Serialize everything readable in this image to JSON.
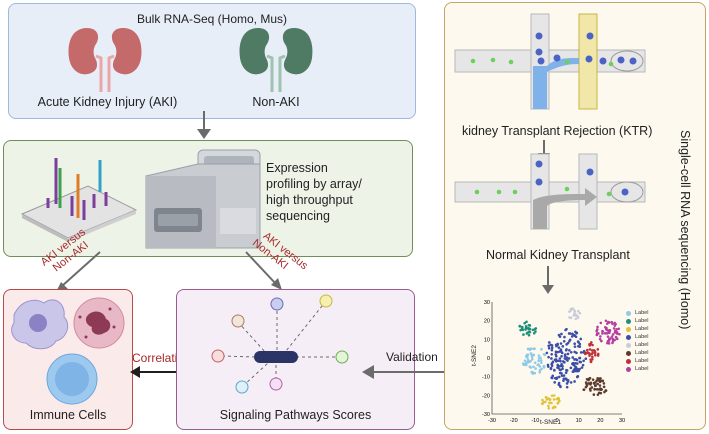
{
  "bulk": {
    "title": "Bulk RNA-Seq (Homo, Mus)",
    "left_label": "Acute Kidney Injury (AKI)",
    "right_label": "Non-AKI",
    "colors": {
      "bg": "#e8eef8",
      "border": "#9fb8de",
      "aki_kidney": "#c46a6a",
      "nonaki_kidney": "#4f7a64"
    }
  },
  "profiling": {
    "label_lines": [
      "Expression",
      "profiling by array/",
      "high throughput",
      "sequencing"
    ],
    "colors": {
      "bg": "#eef3e8",
      "border": "#6f8f5a"
    }
  },
  "arrows": {
    "left_label_lines": [
      "AKI versus",
      "Non-AKI"
    ],
    "right_label_lines": [
      "AKI versus",
      "Non-AKI"
    ],
    "label_color": "#a52a2a",
    "correlation": "Correlation",
    "validation": "Validation"
  },
  "immune": {
    "label": "Immune Cells",
    "colors": {
      "bg": "#fbeaea",
      "border": "#b84a4a"
    }
  },
  "signaling": {
    "label": "Signaling Pathways Scores",
    "colors": {
      "bg": "#f6eef6",
      "border": "#9a5b91"
    }
  },
  "single_cell": {
    "krt_label": "kidney Transplant Rejection (KTR)",
    "normal_label": "Normal Kidney Transplant",
    "side_label": "Single-cell RNA sequencing   (Homo)",
    "colors": {
      "bg": "#fdf9ef",
      "border": "#c4a46a"
    }
  },
  "tsne": {
    "xlabel": "t-SNE1",
    "ylabel": "t-SNE2",
    "x_ticks": [
      "-30",
      "-20",
      "-10",
      "0",
      "10",
      "20",
      "30"
    ],
    "y_ticks": [
      "30",
      "20",
      "10",
      "0",
      "-10",
      "-20",
      "-30"
    ],
    "legend": [
      "Label",
      "Label",
      "Label",
      "Label",
      "Label",
      "Label",
      "Label",
      "Label"
    ],
    "colors": [
      "#8ec9e8",
      "#1f8f7a",
      "#e0c23a",
      "#3a4ea8",
      "#c9cdd8",
      "#5c3a2e",
      "#c0303a",
      "#b43fa0"
    ]
  }
}
